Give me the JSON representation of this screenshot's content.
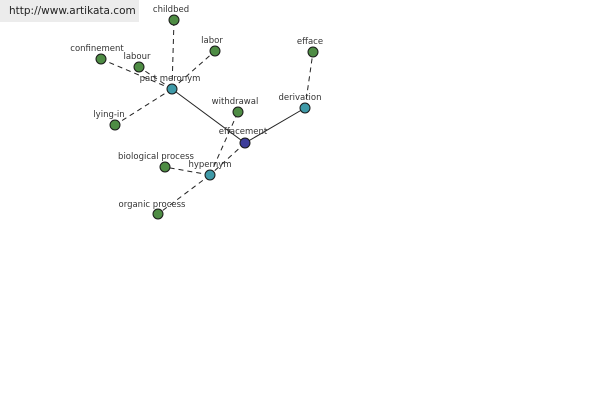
{
  "watermark": "http://www.artikata.com",
  "colors": {
    "leaf": "#4e8c44",
    "relation": "#3f9aa8",
    "center": "#3d3d9a",
    "edge": "#222222"
  },
  "graph": {
    "nodes": [
      {
        "id": "effacement",
        "label": "effacement",
        "kind": "center"
      },
      {
        "id": "part_meronym",
        "label": "part meronym",
        "kind": "relation"
      },
      {
        "id": "derivation",
        "label": "derivation",
        "kind": "relation"
      },
      {
        "id": "hypernym",
        "label": "hypernym",
        "kind": "relation"
      },
      {
        "id": "childbed",
        "label": "childbed",
        "kind": "leaf"
      },
      {
        "id": "labor",
        "label": "labor",
        "kind": "leaf"
      },
      {
        "id": "confinement",
        "label": "confinement",
        "kind": "leaf"
      },
      {
        "id": "labour",
        "label": "labour",
        "kind": "leaf"
      },
      {
        "id": "lying_in",
        "label": "lying-in",
        "kind": "leaf"
      },
      {
        "id": "withdrawal",
        "label": "withdrawal",
        "kind": "leaf"
      },
      {
        "id": "efface",
        "label": "efface",
        "kind": "leaf"
      },
      {
        "id": "biological_process",
        "label": "biological process",
        "kind": "leaf"
      },
      {
        "id": "organic_process",
        "label": "organic process",
        "kind": "leaf"
      }
    ],
    "edges": [
      {
        "from": "effacement",
        "to": "part_meronym",
        "style": "solid"
      },
      {
        "from": "effacement",
        "to": "derivation",
        "style": "solid"
      },
      {
        "from": "effacement",
        "to": "hypernym",
        "style": "dashed"
      },
      {
        "from": "part_meronym",
        "to": "childbed",
        "style": "dashed"
      },
      {
        "from": "part_meronym",
        "to": "labor",
        "style": "dashed"
      },
      {
        "from": "part_meronym",
        "to": "confinement",
        "style": "dashed"
      },
      {
        "from": "part_meronym",
        "to": "labour",
        "style": "dashed"
      },
      {
        "from": "part_meronym",
        "to": "lying_in",
        "style": "dashed"
      },
      {
        "from": "derivation",
        "to": "efface",
        "style": "dashed"
      },
      {
        "from": "hypernym",
        "to": "withdrawal",
        "style": "dashed"
      },
      {
        "from": "hypernym",
        "to": "biological_process",
        "style": "dashed"
      },
      {
        "from": "hypernym",
        "to": "organic_process",
        "style": "dashed"
      }
    ]
  }
}
